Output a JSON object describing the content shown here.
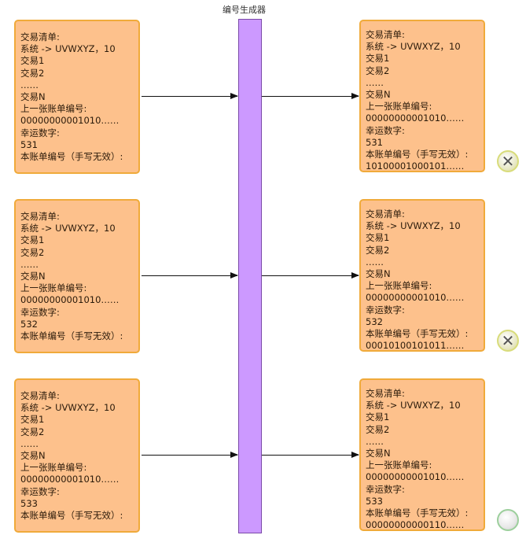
{
  "generator_title": "编号生成器",
  "left_boxes": [
    {
      "lines": [
        "交易清单:",
        "系统 -> UVWXYZ，10",
        "交易1",
        "交易2",
        "……",
        "交易N",
        "上一张账单编号:",
        "00000000001010……",
        "幸运数字:",
        "531",
        "本账单编号（手写无效）:"
      ]
    },
    {
      "lines": [
        "交易清单:",
        "系统 -> UVWXYZ，10",
        "交易1",
        "交易2",
        "……",
        "交易N",
        "上一张账单编号:",
        "00000000001010……",
        "幸运数字:",
        "532",
        "本账单编号（手写无效）:"
      ]
    },
    {
      "lines": [
        "交易清单:",
        "系统 -> UVWXYZ，10",
        "交易1",
        "交易2",
        "……",
        "交易N",
        "上一张账单编号:",
        "00000000001010……",
        "幸运数字:",
        "533",
        "本账单编号（手写无效）:"
      ]
    }
  ],
  "right_boxes": [
    {
      "lines": [
        "交易清单:",
        "系统 -> UVWXYZ，10",
        "交易1",
        "交易2",
        "……",
        "交易N",
        "上一张账单编号:",
        "00000000001010……",
        "幸运数字:",
        "531",
        "本账单编号（手写无效）:",
        "10100001000101……"
      ],
      "status": "rejected"
    },
    {
      "lines": [
        "交易清单:",
        "系统 -> UVWXYZ，10",
        "交易1",
        "交易2",
        "……",
        "交易N",
        "上一张账单编号:",
        "00000000001010……",
        "幸运数字:",
        "532",
        "本账单编号（手写无效）:",
        "00010100101011……"
      ],
      "status": "rejected"
    },
    {
      "lines": [
        "交易清单:",
        "系统 -> UVWXYZ，10",
        "交易1",
        "交易2",
        "……",
        "交易N",
        "上一张账单编号:",
        "00000000001010……",
        "幸运数字:",
        "533",
        "本账单编号（手写无效）:",
        "00000000000110……"
      ],
      "status": "accepted"
    }
  ],
  "colors": {
    "box_fill": "#fdc18c",
    "box_border": "#f0aa3a",
    "generator_fill": "#cc99ff"
  }
}
